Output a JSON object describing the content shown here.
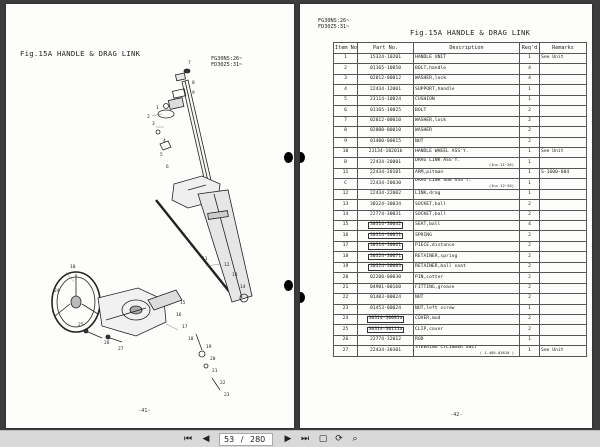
{
  "left_page": {
    "title": "Fig.15A  HANDLE & DRAG LINK",
    "models": [
      "FG30NS:26~",
      "FD30Z5:31~"
    ],
    "page_number": "-41-",
    "callouts": [
      "1",
      "2",
      "3",
      "4",
      "5",
      "6",
      "7",
      "8",
      "9",
      "10",
      "11",
      "12",
      "13",
      "14",
      "15",
      "16",
      "17",
      "18",
      "19",
      "20",
      "21",
      "22",
      "23",
      "24",
      "25",
      "26",
      "27"
    ]
  },
  "right_page": {
    "models": [
      "FG30NS:26~",
      "FD30Z5:31~"
    ],
    "title": "Fig.15A  HANDLE & DRAG LINK",
    "page_number": "-42-",
    "columns": [
      "Item No.",
      "Part No.",
      "Description",
      "Req'd",
      "Remarks"
    ],
    "rows": [
      {
        "item": "1",
        "part": "15324-10201",
        "desc": "HANDLE UNIT",
        "req": "1",
        "remarks": "See Unit",
        "boxed": false
      },
      {
        "item": "2",
        "part": "01165-10050",
        "desc": "BOLT,handle",
        "req": "4",
        "remarks": "",
        "boxed": false
      },
      {
        "item": "3",
        "part": "02012-00012",
        "desc": "WASHER,lock",
        "req": "4",
        "remarks": "",
        "boxed": false
      },
      {
        "item": "4",
        "part": "22434-12001",
        "desc": "SUPPORT,handle",
        "req": "1",
        "remarks": "",
        "boxed": false
      },
      {
        "item": "5",
        "part": "23114-10024",
        "desc": "CUSHION",
        "req": "1",
        "remarks": "",
        "boxed": false
      },
      {
        "item": "6",
        "part": "01165-10025",
        "desc": "BOLT",
        "req": "2",
        "remarks": "",
        "boxed": false
      },
      {
        "item": "7",
        "part": "02012-00010",
        "desc": "WASHER,lock",
        "req": "2",
        "remarks": "",
        "boxed": false
      },
      {
        "item": "8",
        "part": "02000-00010",
        "desc": "WASHER",
        "req": "2",
        "remarks": "",
        "boxed": false
      },
      {
        "item": "9",
        "part": "01400-00815",
        "desc": "NUT",
        "req": "2",
        "remarks": "",
        "boxed": false
      },
      {
        "item": "10",
        "part": "23134-10201b",
        "desc": "HANDLE WHEEL ASS'Y.",
        "req": "1",
        "remarks": "See Unit",
        "boxed": false
      },
      {
        "item": "B",
        "part": "22434-20001",
        "desc": "DRAG LINK ASS'Y.",
        "desc_sub": "(Inc.11~26)",
        "req": "1",
        "remarks": "",
        "boxed": false
      },
      {
        "item": "11",
        "part": "22434-20101",
        "desc": "ARM,pitman",
        "req": "1",
        "remarks": "S-1600-004",
        "boxed": false
      },
      {
        "item": "C",
        "part": "22434-20030",
        "desc": "DRAG LINK SUB ASS'Y.",
        "desc_sub": "(Inc.12~26)",
        "req": "1",
        "remarks": "",
        "boxed": false
      },
      {
        "item": "12",
        "part": "22434-22002",
        "desc": "LINK,drag",
        "req": "1",
        "remarks": "",
        "boxed": false
      },
      {
        "item": "13",
        "part": "30224-30034",
        "desc": "SOCKET,ball",
        "req": "2",
        "remarks": "",
        "boxed": false
      },
      {
        "item": "14",
        "part": "22774-30031",
        "desc": "SOCKET,ball",
        "req": "2",
        "remarks": "",
        "boxed": false
      },
      {
        "item": "15",
        "part": "30314-30042",
        "desc": "SEAT,ball",
        "req": "4",
        "remarks": "",
        "boxed": true
      },
      {
        "item": "16",
        "part": "30314-30051",
        "desc": "SPRING",
        "req": "2",
        "remarks": "",
        "boxed": true
      },
      {
        "item": "17",
        "part": "30314-30061",
        "desc": "PIECE,distance",
        "req": "2",
        "remarks": "",
        "boxed": true
      },
      {
        "item": "18",
        "part": "30324-30071",
        "desc": "RETAINER,spring",
        "req": "2",
        "remarks": "",
        "boxed": true
      },
      {
        "item": "19",
        "part": "30324-30083",
        "desc": "RETAINER,ball seat",
        "req": "2",
        "remarks": "",
        "boxed": true
      },
      {
        "item": "20",
        "part": "02200-00030",
        "desc": "PIN,cotter",
        "req": "2",
        "remarks": "",
        "boxed": false
      },
      {
        "item": "21",
        "part": "04901-00160",
        "desc": "FITTING,grease",
        "req": "2",
        "remarks": "",
        "boxed": false
      },
      {
        "item": "22",
        "part": "01403-00024",
        "desc": "NUT",
        "req": "2",
        "remarks": "",
        "boxed": false
      },
      {
        "item": "23",
        "part": "01453-00024",
        "desc": "NUT,left screw",
        "req": "1",
        "remarks": "",
        "boxed": false
      },
      {
        "item": "24",
        "part": "30314-30081a",
        "desc": "COVER,mud",
        "req": "2",
        "remarks": "",
        "boxed": true
      },
      {
        "item": "25",
        "part": "30314-30111a",
        "desc": "CLIP,cover",
        "req": "2",
        "remarks": "",
        "boxed": true
      },
      {
        "item": "26",
        "part": "22774-32012",
        "desc": "ROD",
        "req": "1",
        "remarks": "",
        "boxed": false
      },
      {
        "item": "27",
        "part": "22434-30301",
        "desc": "STEERING CYLINDER UNIT",
        "desc_sub": "( J-405-02610 )",
        "req": "1",
        "remarks": "See Unit",
        "boxed": false
      }
    ]
  },
  "toolbar": {
    "first_icon": "first-page-icon",
    "prev_icon": "previous-page-icon",
    "current_page": "53",
    "page_separator": "/",
    "total_pages": "280",
    "next_icon": "next-page-icon",
    "last_icon": "last-page-icon",
    "extra_icons": [
      "fit-page-icon",
      "rotate-icon",
      "search-icon"
    ]
  }
}
